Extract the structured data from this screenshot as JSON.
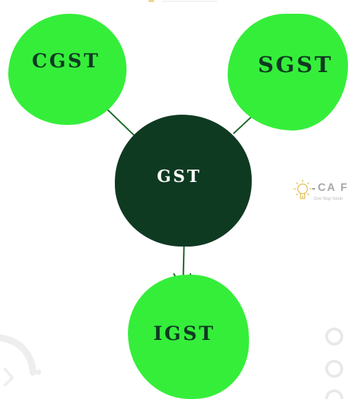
{
  "nodes": {
    "center": "GST",
    "left": "CGST",
    "right": "SGST",
    "bottom": "IGST"
  },
  "watermark": {
    "text": "CA F",
    "tagline": "One Stop Soluti"
  },
  "colors": {
    "light_green": "#35ee3a",
    "dark_green": "#0f3a22",
    "arrow": "#1e6b2a",
    "white": "#ffffff"
  }
}
